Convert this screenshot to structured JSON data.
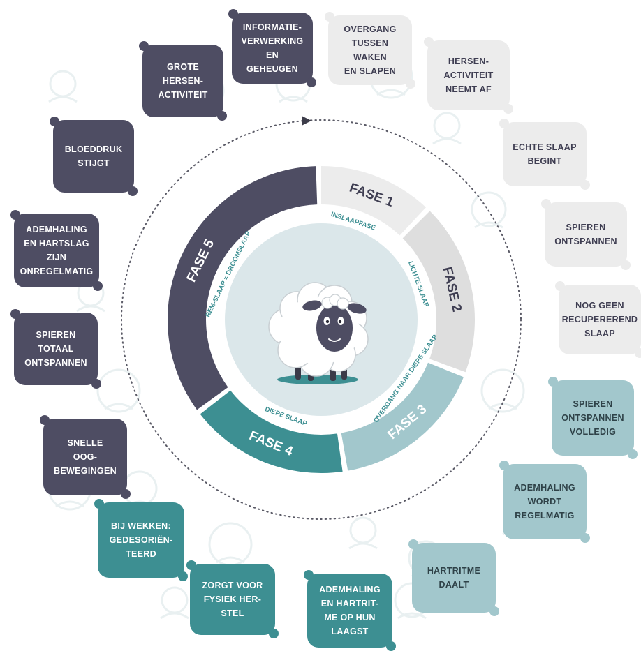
{
  "colors": {
    "dark": "#4e4d63",
    "light": "#ececec",
    "light_mid": "#dedede",
    "teal_light": "#a2c7cc",
    "teal": "#3d8f92",
    "center": "#dbe7ea",
    "doodle": "#e9f0f1"
  },
  "center_icon": "sheep-icon",
  "phases": [
    {
      "label": "FASE 1",
      "sublabel": "INSLAAPFASE"
    },
    {
      "label": "FASE 2",
      "sublabel": "LICHTE SLAAP"
    },
    {
      "label": "FASE 3",
      "sublabel": "OVERGANG NAAR DIEPE SLAAP"
    },
    {
      "label": "FASE 4",
      "sublabel": "DIEPE SLAAP"
    },
    {
      "label": "FASE 5",
      "sublabel": "REM-SLAAP = DROOMSLAAP"
    }
  ],
  "pillows": [
    {
      "text": "OVERGANG\nTUSSEN WAKEN\nEN SLAPEN",
      "phase": 1
    },
    {
      "text": "HERSEN-\nACTIVITEIT\nNEEMT AF",
      "phase": 1
    },
    {
      "text": "ECHTE SLAAP\nBEGINT",
      "phase": 2
    },
    {
      "text": "SPIEREN\nONTSPANNEN",
      "phase": 2
    },
    {
      "text": "NOG GEEN\nRECUPEREREND\nSLAAP",
      "phase": 2
    },
    {
      "text": "SPIEREN\nONTSPANNEN\nVOLLEDIG",
      "phase": 3
    },
    {
      "text": "ADEMHALING\nWORDT\nREGELMATIG",
      "phase": 3
    },
    {
      "text": "HARTRITME\nDAALT",
      "phase": 3
    },
    {
      "text": "ADEMHALING\nEN HARTRIT-\nME OP HUN\nLAAGST",
      "phase": 4
    },
    {
      "text": "ZORGT VOOR\nFYSIEK HER-\nSTEL",
      "phase": 4
    },
    {
      "text": "BIJ WEKKEN:\nGEDESORIËN-\nTEERD",
      "phase": 4
    },
    {
      "text": "SNELLE\nOOG-\nBEWEGINGEN",
      "phase": 5
    },
    {
      "text": "SPIEREN\nTOTAAL\nONTSPANNEN",
      "phase": 5
    },
    {
      "text": "ADEMHALING\nEN HARTSLAG\nZIJN\nONREGELMATIG",
      "phase": 5
    },
    {
      "text": "BLOEDDRUK\nSTIJGT",
      "phase": 5
    },
    {
      "text": "GROTE\nHERSEN-\nACTIVITEIT",
      "phase": 5
    },
    {
      "text": "INFORMATIE-\nVERWERKING EN\nGEHEUGEN",
      "phase": 5
    }
  ]
}
